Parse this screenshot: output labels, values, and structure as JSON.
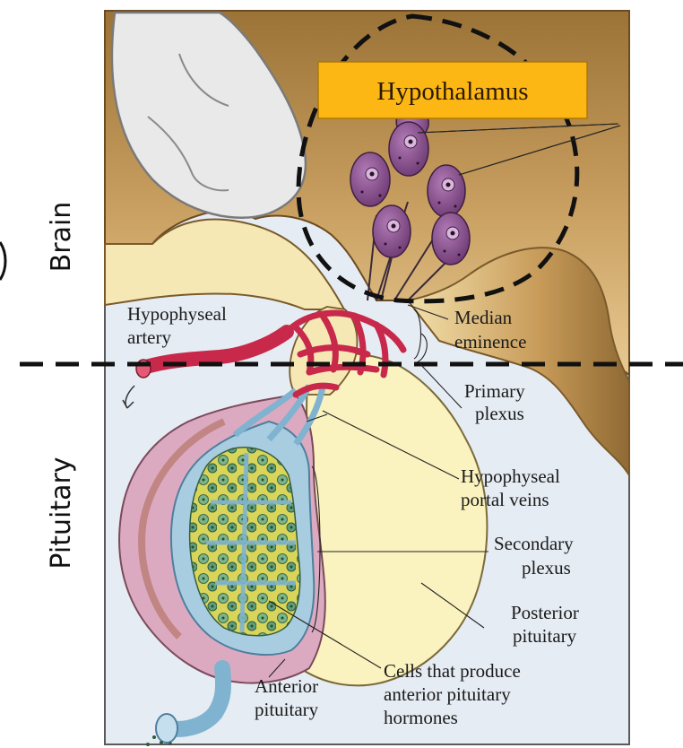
{
  "side_labels": {
    "brain": "Brain",
    "pituitary": "Pituitary"
  },
  "highlight": {
    "title": "Hypothalamus",
    "box_color": "#FDB714"
  },
  "labels": {
    "hypophyseal_artery_1": "Hypophyseal",
    "hypophyseal_artery_2": "artery",
    "median_eminence_1": "Median",
    "median_eminence_2": "eminence",
    "primary_plexus_1": "Primary",
    "primary_plexus_2": "plexus",
    "portal_veins_1": "Hypophyseal",
    "portal_veins_2": "portal veins",
    "secondary_plexus_1": "Secondary",
    "secondary_plexus_2": "plexus",
    "posterior_pituitary_1": "Posterior",
    "posterior_pituitary_2": "pituitary",
    "anterior_pituitary_1": "Anterior",
    "anterior_pituitary_2": "pituitary",
    "cells_1": "Cells that produce",
    "cells_2": "anterior pituitary",
    "cells_3": "hormones"
  },
  "colors": {
    "brain_tissue": "#c89a5a",
    "neuron": "#8a4c8c",
    "vessel": "#c8284a",
    "anterior_lobe": "#dcaac0",
    "posterior_lobe": "#fbf3bf",
    "background": "#e6ecf4"
  }
}
